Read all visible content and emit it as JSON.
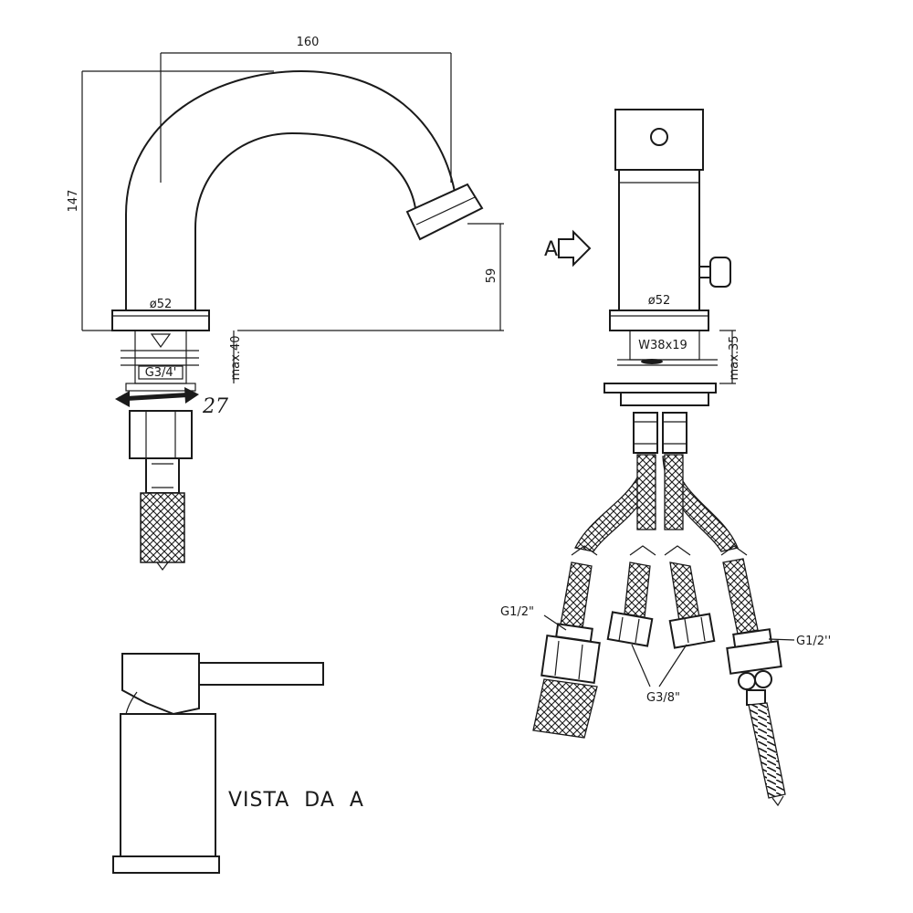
{
  "colors": {
    "ink": "#1a1a1a",
    "paper": "#ffffff"
  },
  "dimensions": {
    "width": "160",
    "height": "147",
    "spout_height": "59",
    "base_diameter_left": "ø52",
    "base_diameter_right": "ø52",
    "thread_left": "G3/4'",
    "thread_right": "W38x19",
    "max_left": "max.40",
    "max_right": "max.35",
    "wrench_size": "27"
  },
  "view_marker": {
    "letter": "A",
    "arrow_icon": "hollow-right-arrow-icon"
  },
  "fittings": {
    "left_g12": "G1/2\"",
    "right_g12": "G1/2''",
    "center_g38": "G3/8\""
  },
  "view_caption": "VISTA  DA  A"
}
